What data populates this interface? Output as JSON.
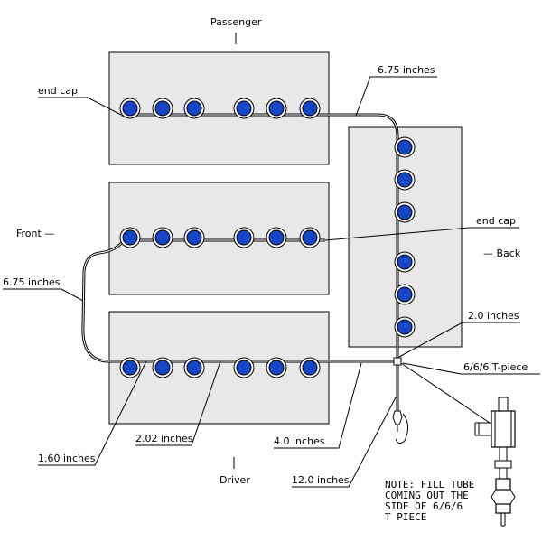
{
  "labels": {
    "passenger": "Passenger",
    "front": "Front —",
    "back": "— Back",
    "driver": "Driver",
    "end_cap_top": "end cap",
    "end_cap_right": "end cap",
    "len_675_top": "6.75 inches",
    "len_675_left": "6.75 inches",
    "len_20": "2.0 inches",
    "t_piece": "6/6/6 T-piece",
    "len_160": "1.60 inches",
    "len_202": "2.02 inches",
    "len_40": "4.0 inches",
    "len_120": "12.0 inches"
  },
  "note": {
    "line1": "NOTE: FILL TUBE",
    "line2": "COMING OUT THE",
    "line3": "SIDE OF 6/6/6",
    "line4": "T PIECE"
  },
  "colors": {
    "cell_blue": "#1546c8",
    "box_fill": "#e8e8e8"
  }
}
